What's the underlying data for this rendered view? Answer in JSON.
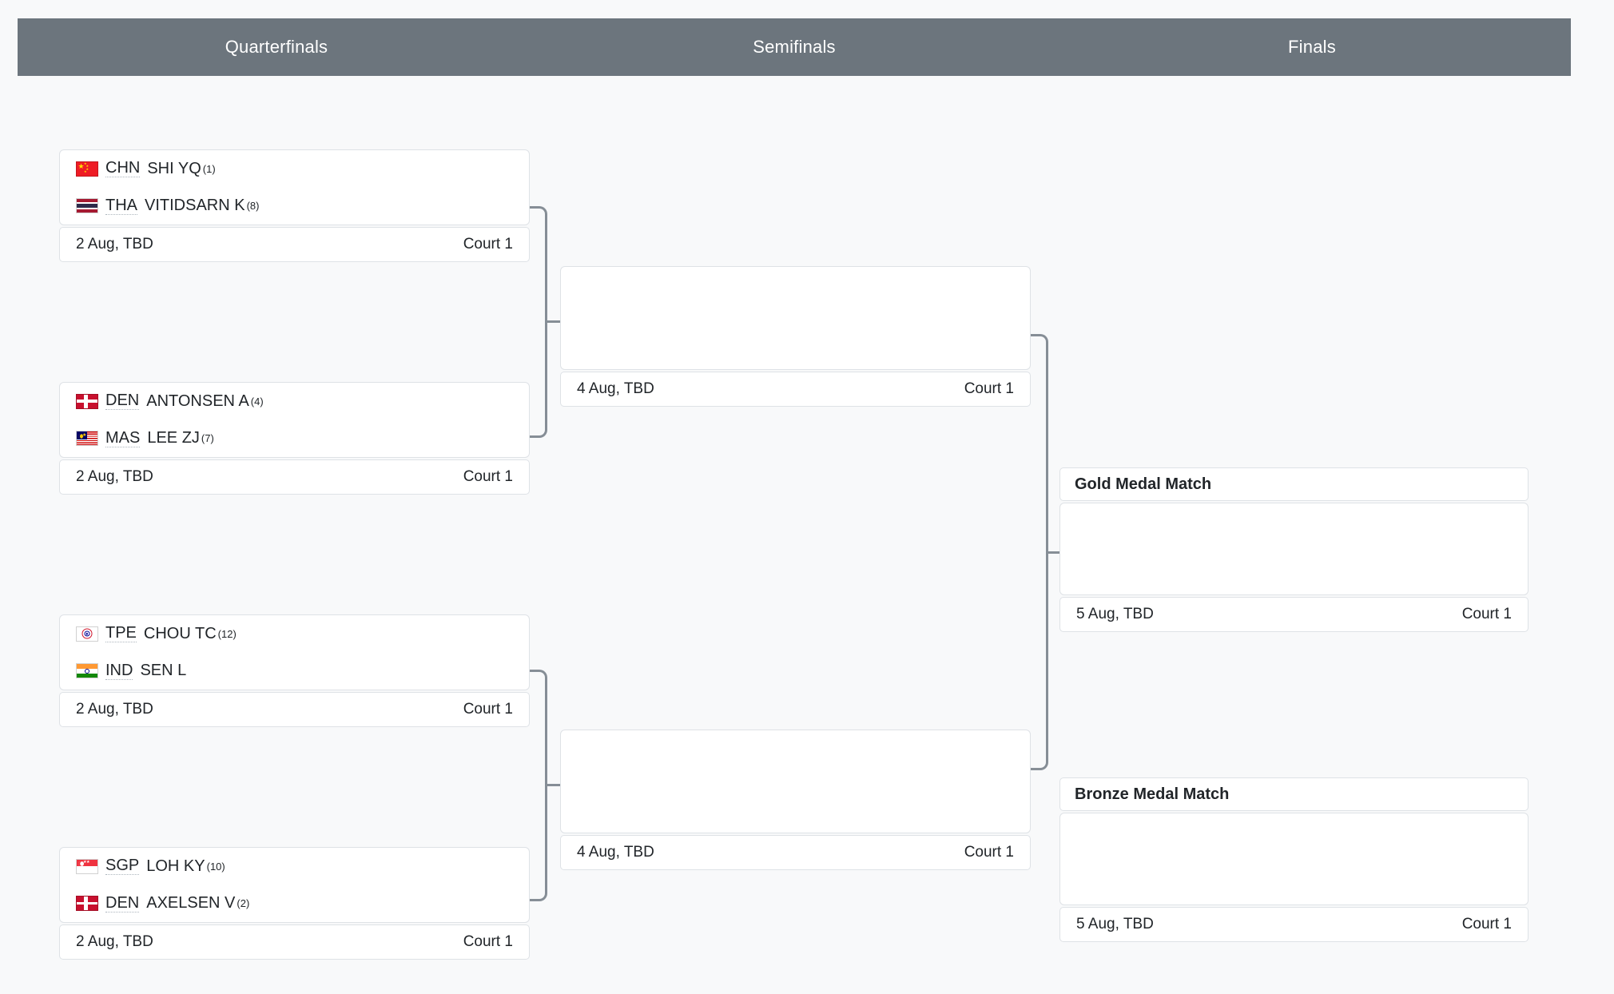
{
  "header": {
    "rounds": [
      {
        "label": "Quarterfinals"
      },
      {
        "label": "Semifinals"
      },
      {
        "label": "Finals"
      }
    ]
  },
  "colors": {
    "header_bar": "#6c757d",
    "page_background": "#f8f9fa",
    "card_background": "#ffffff",
    "card_border": "#dee2e6",
    "connector_line": "#868e96",
    "text": "#212529"
  },
  "quarterfinals": [
    {
      "competitors": [
        {
          "ioc": "CHN",
          "name": "SHI YQ",
          "seed": "(1)",
          "flag": "flag-chn"
        },
        {
          "ioc": "THA",
          "name": "VITIDSARN K",
          "seed": "(8)",
          "flag": "flag-tha"
        }
      ],
      "date": "2 Aug, TBD",
      "court": "Court 1"
    },
    {
      "competitors": [
        {
          "ioc": "DEN",
          "name": "ANTONSEN A",
          "seed": "(4)",
          "flag": "flag-den"
        },
        {
          "ioc": "MAS",
          "name": "LEE ZJ",
          "seed": "(7)",
          "flag": "flag-mas"
        }
      ],
      "date": "2 Aug, TBD",
      "court": "Court 1"
    },
    {
      "competitors": [
        {
          "ioc": "TPE",
          "name": "CHOU TC",
          "seed": "(12)",
          "flag": "flag-tpe"
        },
        {
          "ioc": "IND",
          "name": "SEN L",
          "seed": "",
          "flag": "flag-ind"
        }
      ],
      "date": "2 Aug, TBD",
      "court": "Court 1"
    },
    {
      "competitors": [
        {
          "ioc": "SGP",
          "name": "LOH KY",
          "seed": "(10)",
          "flag": "flag-sgp"
        },
        {
          "ioc": "DEN",
          "name": "AXELSEN V",
          "seed": "(2)",
          "flag": "flag-den"
        }
      ],
      "date": "2 Aug, TBD",
      "court": "Court 1"
    }
  ],
  "semifinals": [
    {
      "competitors": [],
      "date": "4 Aug, TBD",
      "court": "Court 1"
    },
    {
      "competitors": [],
      "date": "4 Aug, TBD",
      "court": "Court 1"
    }
  ],
  "finals": [
    {
      "title": "Gold Medal Match",
      "competitors": [],
      "date": "5 Aug, TBD",
      "court": "Court 1"
    },
    {
      "title": "Bronze Medal Match",
      "competitors": [],
      "date": "5 Aug, TBD",
      "court": "Court 1"
    }
  ]
}
